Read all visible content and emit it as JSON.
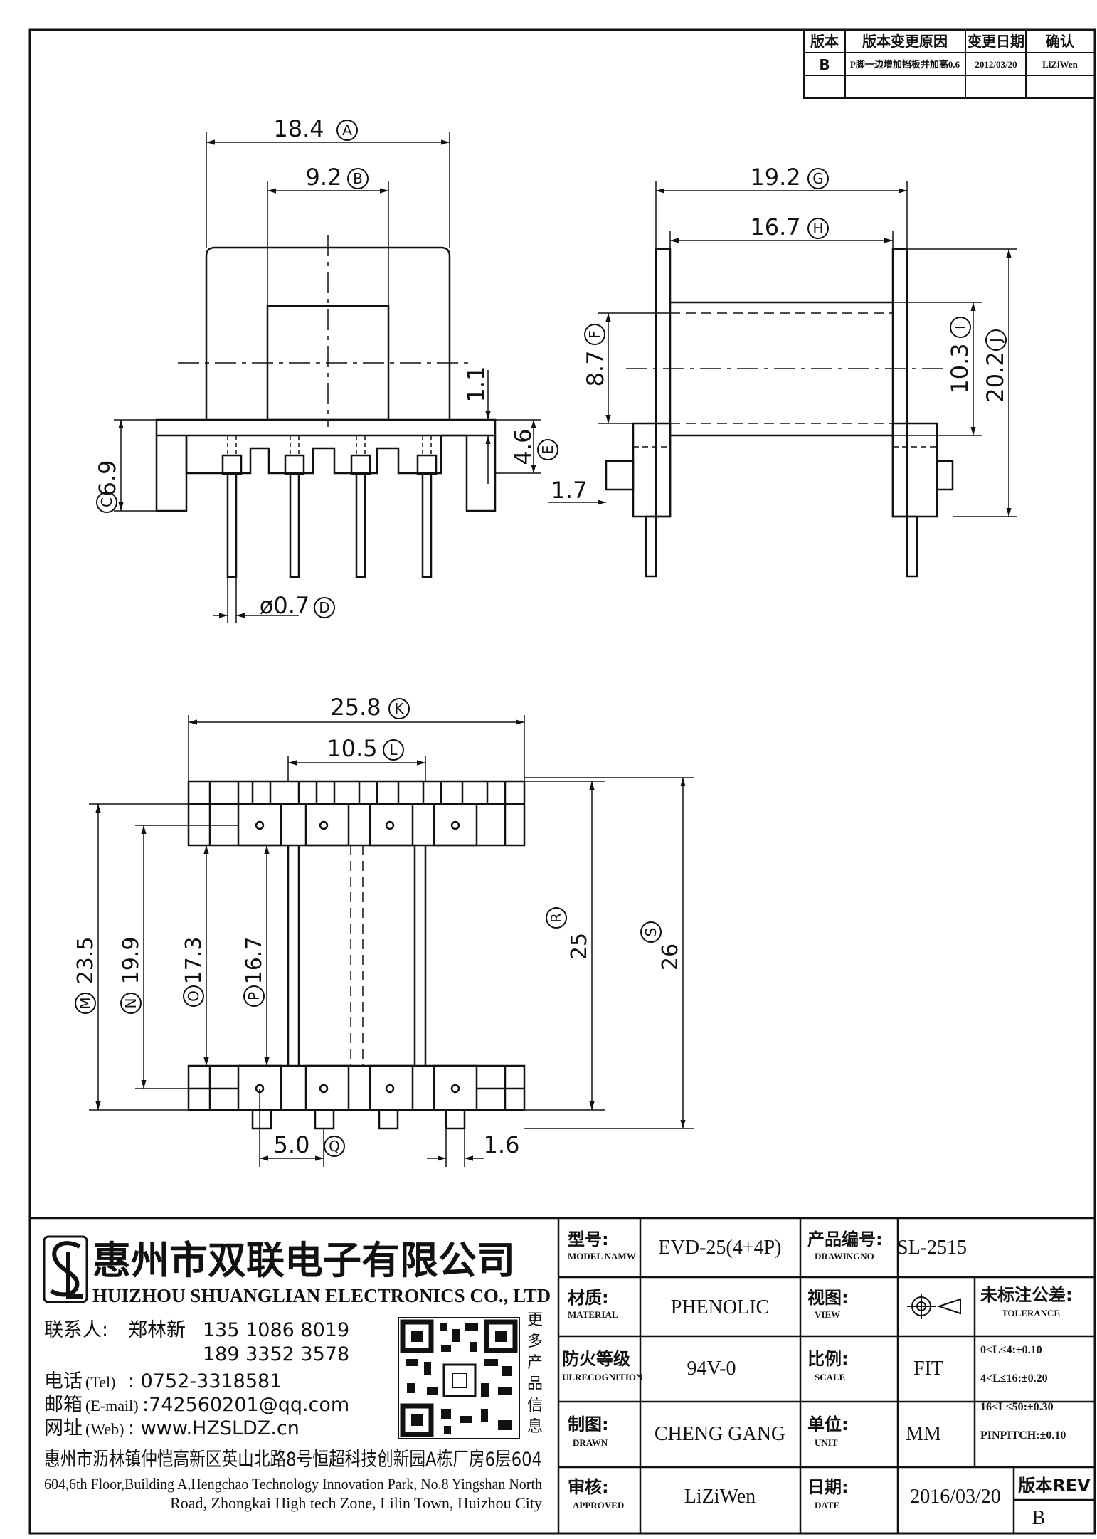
{
  "revision_table": {
    "headers": [
      "版本",
      "版本变更原因",
      "变更日期",
      "确认"
    ],
    "row": [
      "B",
      "P脚一边增加挡板并加高0.6",
      "2012/03/20",
      "LiZiWen"
    ]
  },
  "front_view": {
    "dim_a": "18.4",
    "label_a": "A",
    "dim_b": "9.2",
    "label_b": "B",
    "dim_c": "6.9",
    "label_c": "C",
    "dim_d": "ø0.7",
    "label_d": "D",
    "dim_e": "4.6",
    "label_e": "E",
    "dim_11": "1.1"
  },
  "side_view": {
    "dim_g": "19.2",
    "label_g": "G",
    "dim_h": "16.7",
    "label_h": "H",
    "dim_f": "8.7",
    "label_f": "F",
    "dim_i": "10.3",
    "label_i": "I",
    "dim_j": "20.2",
    "label_j": "J",
    "dim_17": "1.7"
  },
  "bottom_view": {
    "dim_k": "25.8",
    "label_k": "K",
    "dim_l": "10.5",
    "label_l": "L",
    "dim_m": "23.5",
    "label_m": "M",
    "dim_n": "19.9",
    "label_n": "N",
    "dim_o": "17.3",
    "label_o": "O",
    "dim_p": "16.7",
    "label_p": "P",
    "dim_q": "5.0",
    "label_q": "Q",
    "dim_r": "25",
    "label_r": "R",
    "dim_s": "26",
    "label_s": "S",
    "dim_16": "1.6"
  },
  "company": {
    "name_cn": "惠州市双联电子有限公司",
    "name_en": "HUIZHOU SHUANGLIAN ELECTRONICS CO., LTD",
    "contact_label": "联系人:",
    "contact_name": "郑林新",
    "phone1": "135 1086 8019",
    "phone2": "189 3352 3578",
    "tel_label": "电话",
    "tel_en": "(Tel)",
    "tel": ": 0752-3318581",
    "mail_label": "邮箱",
    "mail_en": "(E-mail)",
    "mail": ":742560201@qq.com",
    "web_label": "网址",
    "web_en": "(Web)",
    "web": ": www.HZSLDZ.cn",
    "qr_caption": [
      "更",
      "多",
      "产",
      "品",
      "信",
      "息"
    ],
    "address_cn": "惠州市沥林镇仲恺高新区英山北路8号恒超科技创新园A栋厂房6层604",
    "address_en1": "604,6th Floor,Building A,Hengchao Technology Innovation Park, No.8 Yingshan North",
    "address_en2": "Road, Zhongkai High tech Zone, Lilin Town, Huizhou City"
  },
  "title_block": {
    "model_cn": "型号:",
    "model_en": "MODEL NAMW",
    "model_value": "EVD-25(4+4P)",
    "drawing_cn": "产品编号:",
    "drawing_en": "DRAWINGNO",
    "drawing_value": "SL-2515",
    "material_cn": "材质:",
    "material_en": "MATERIAL",
    "material_value": "PHENOLIC",
    "view_cn": "视图:",
    "view_en": "VIEW",
    "tolerance_cn": "未标注公差:",
    "tolerance_en": "TOLERANCE",
    "tol1": "0<L≤4:±0.10",
    "tol2": "4<L≤16:±0.20",
    "tol3": "16<L≤50:±0.30",
    "tol4": "PINPITCH:±0.10",
    "fire_cn": "防火等级",
    "fire_en": "ULRECOGNITION",
    "fire_value": "94V-0",
    "scale_cn": "比例:",
    "scale_en": "SCALE",
    "scale_value": "FIT",
    "drawn_cn": "制图:",
    "drawn_en": "DRAWN",
    "drawn_value": "CHENG GANG",
    "unit_cn": "单位:",
    "unit_en": "UNIT",
    "unit_value": "MM",
    "approved_cn": "审核:",
    "approved_en": "APPROVED",
    "approved_value": "LiZiWen",
    "date_cn": "日期:",
    "date_en": "DATE",
    "date_value": "2016/03/20",
    "rev_label": "版本REV",
    "rev_value": "B"
  }
}
